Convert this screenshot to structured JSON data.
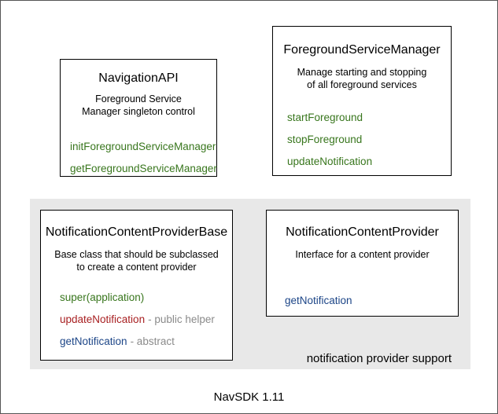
{
  "colors": {
    "method_green": "#38761d",
    "method_red": "#a82022",
    "method_blue": "#1c4587",
    "note_gray": "#8a8a8a",
    "region_bg": "#e8e8e8",
    "box_border": "#000000",
    "canvas_border": "#555555",
    "text": "#000000"
  },
  "boxes": {
    "navigation_api": {
      "title": "NavigationAPI",
      "description_lines": [
        "Foreground Service",
        "Manager singleton control"
      ],
      "methods": [
        {
          "label": "initForegroundServiceManager",
          "color": "green",
          "note": ""
        },
        {
          "label": "getForegroundServiceManager",
          "color": "green",
          "note": ""
        }
      ]
    },
    "foreground_service_manager": {
      "title": "ForegroundServiceManager",
      "description_lines": [
        "Manage starting and stopping",
        "of all foreground services"
      ],
      "methods": [
        {
          "label": "startForeground",
          "color": "green",
          "note": ""
        },
        {
          "label": "stopForeground",
          "color": "green",
          "note": ""
        },
        {
          "label": "updateNotification",
          "color": "green",
          "note": ""
        }
      ]
    },
    "notification_content_provider_base": {
      "title": "NotificationContentProviderBase",
      "description_lines": [
        "Base class that should be subclassed",
        "to create a content provider"
      ],
      "methods": [
        {
          "label": "super(application)",
          "color": "green",
          "note": ""
        },
        {
          "label": "updateNotification",
          "color": "red",
          "note": "- public helper"
        },
        {
          "label": "getNotification",
          "color": "blue",
          "note": "- abstract"
        }
      ]
    },
    "notification_content_provider": {
      "title": "NotificationContentProvider",
      "description_lines": [
        "Interface for a content provider"
      ],
      "methods": [
        {
          "label": "getNotification",
          "color": "blue",
          "note": ""
        }
      ]
    }
  },
  "region": {
    "label": "notification provider support"
  },
  "footer": {
    "label": "NavSDK 1.11"
  }
}
